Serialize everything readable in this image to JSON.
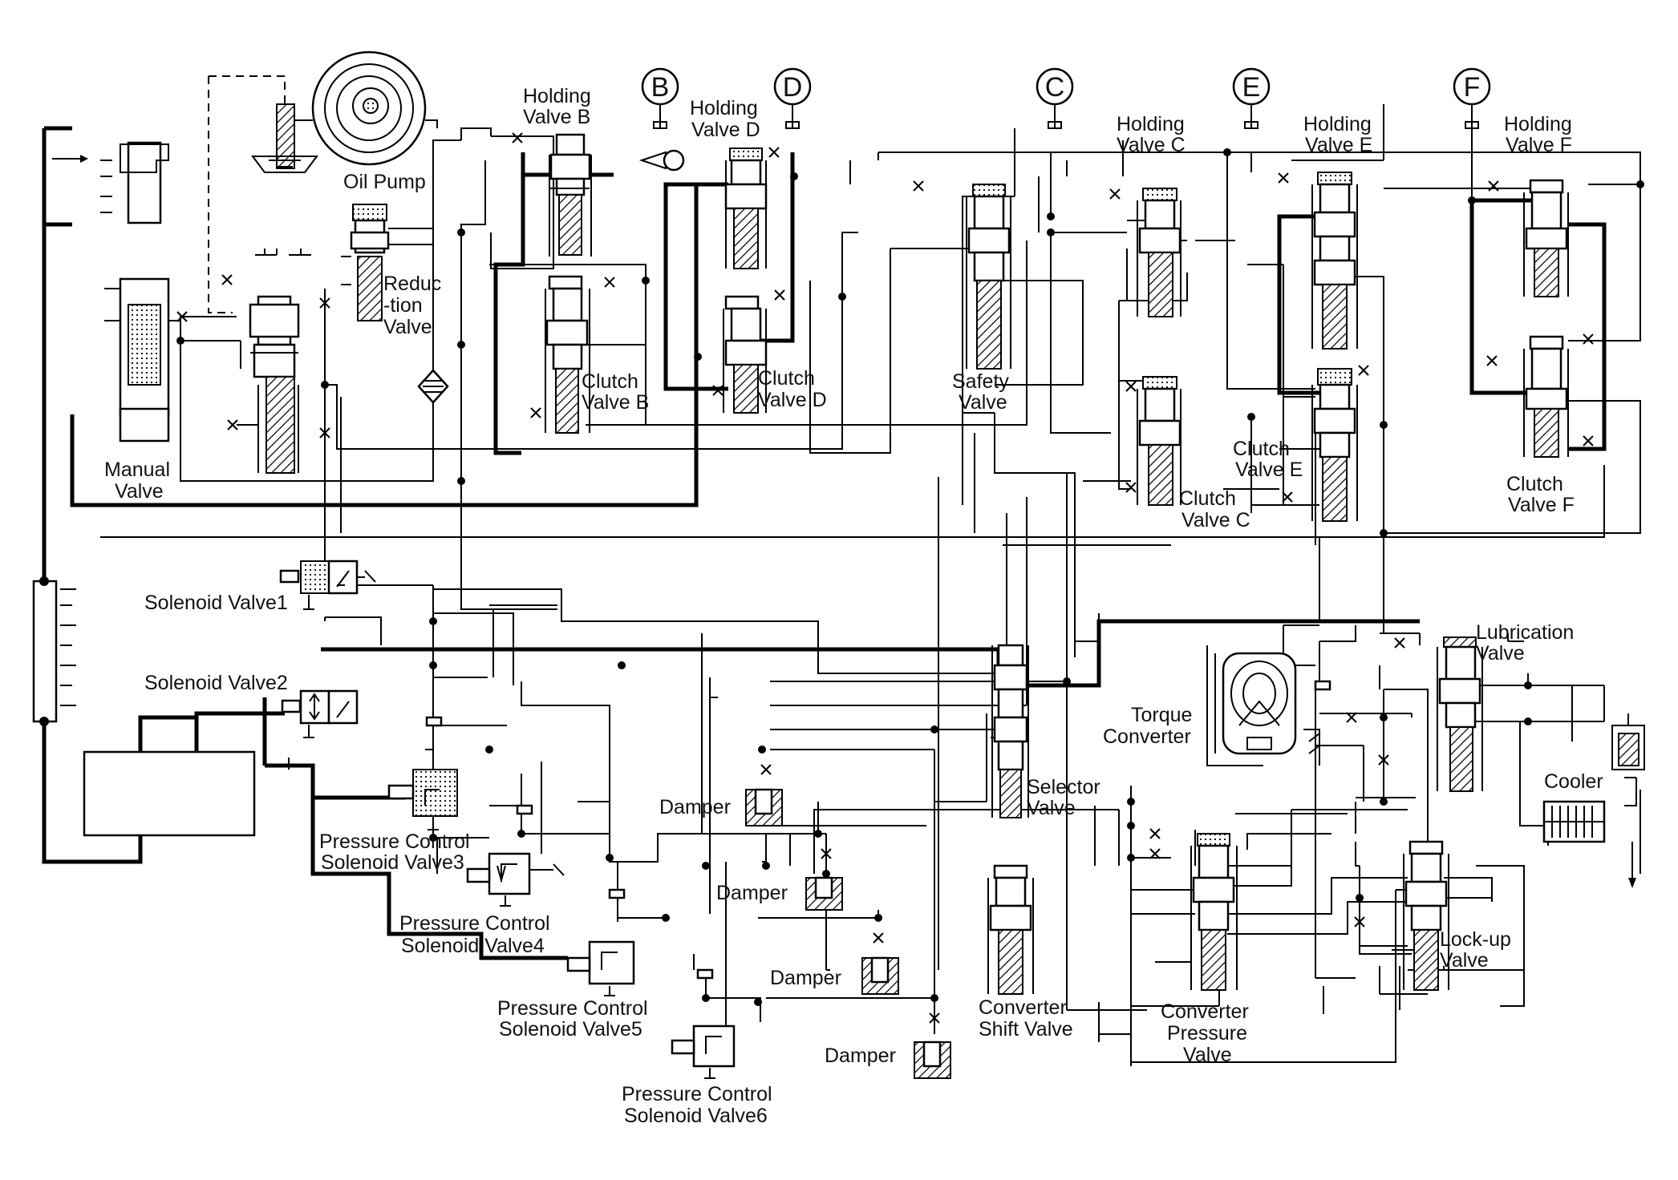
{
  "labels": {
    "oil_pump": "Oil Pump",
    "manual_valve": [
      "Manual",
      "Valve"
    ],
    "reduction_valve": [
      "Reduc",
      "-tion",
      "Valve"
    ],
    "holding_valve_b": [
      "Holding",
      "Valve B"
    ],
    "holding_valve_d": [
      "Holding",
      "Valve D"
    ],
    "holding_valve_c": [
      "Holding",
      "Valve C"
    ],
    "holding_valve_e": [
      "Holding",
      "Valve E"
    ],
    "holding_valve_f": [
      "Holding",
      "Valve F"
    ],
    "clutch_valve_b": [
      "Clutch",
      "Valve B"
    ],
    "clutch_valve_d": [
      "Clutch",
      "Valve D"
    ],
    "clutch_valve_c": [
      "Clutch",
      "Valve C"
    ],
    "clutch_valve_e": [
      "Clutch",
      "Valve E"
    ],
    "clutch_valve_f": [
      "Clutch",
      "Valve F"
    ],
    "safety_valve": [
      "Safety",
      "Valve"
    ],
    "solenoid_valve_1": "Solenoid Valve1",
    "solenoid_valve_2": "Solenoid Valve2",
    "pcsv3": [
      "Pressure Control",
      "Solenoid Valve3"
    ],
    "pcsv4": [
      "Pressure Control",
      "Solenoid Valve4"
    ],
    "pcsv5": [
      "Pressure Control",
      "Solenoid Valve5"
    ],
    "pcsv6": [
      "Pressure Control",
      "Solenoid Valve6"
    ],
    "damper": "Damper",
    "selector_valve": [
      "Selector",
      "Valve"
    ],
    "torque_converter": [
      "Torque",
      "Converter"
    ],
    "lubrication_valve": [
      "Lubrication",
      "Valve"
    ],
    "cooler": "Cooler",
    "converter_shift_valve": [
      "Converter",
      "Shift Valve"
    ],
    "converter_pressure_valve": [
      "Converter",
      "Pressure",
      "Valve"
    ],
    "lockup_valve": [
      "Lock-up",
      "Valve"
    ]
  },
  "clutch_ports": [
    "B",
    "D",
    "C",
    "E",
    "F"
  ]
}
